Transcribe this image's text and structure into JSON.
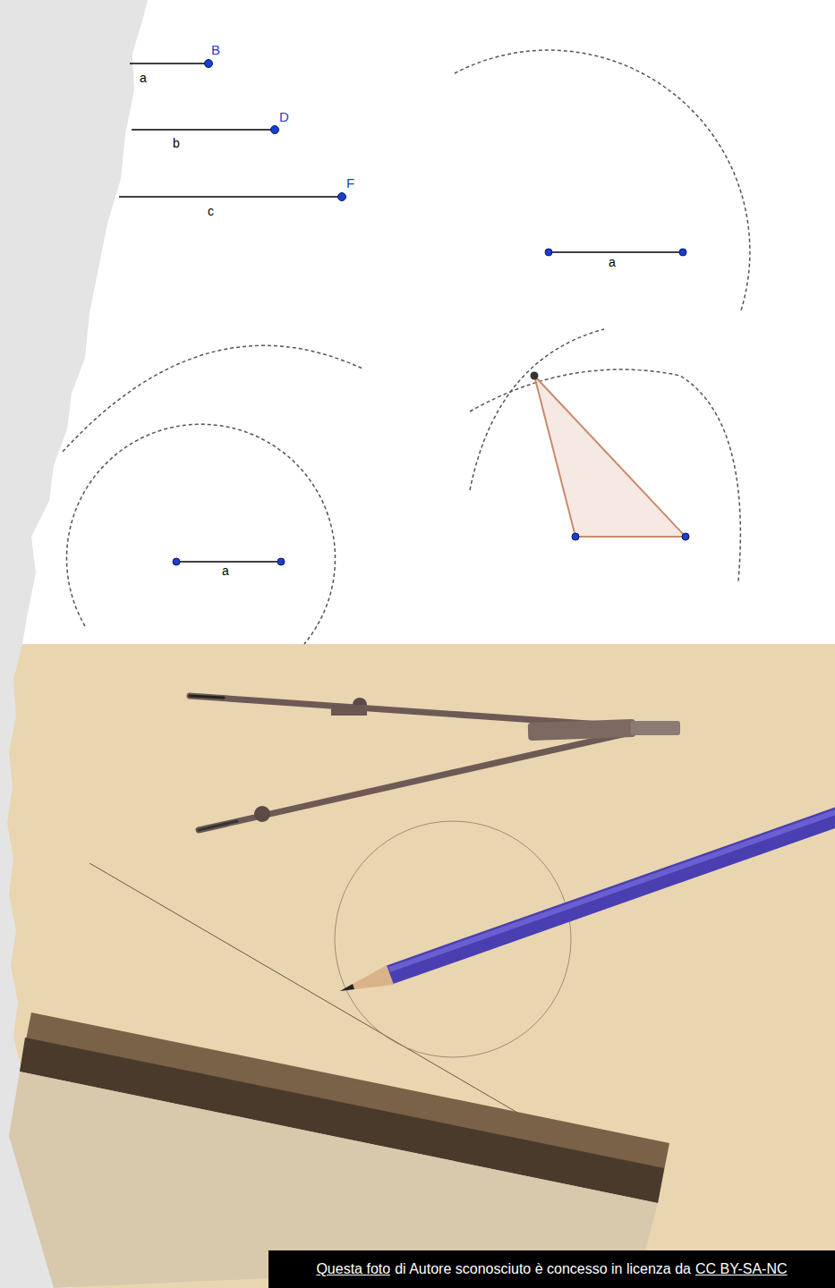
{
  "diagram": {
    "labels": [
      "B",
      "a",
      "D",
      "b",
      "F",
      "c",
      "a",
      "a",
      "Questa foto",
      "di Autore sconosciuto è concesso in licenza da",
      "CC BY-SA-NC"
    ]
  }
}
